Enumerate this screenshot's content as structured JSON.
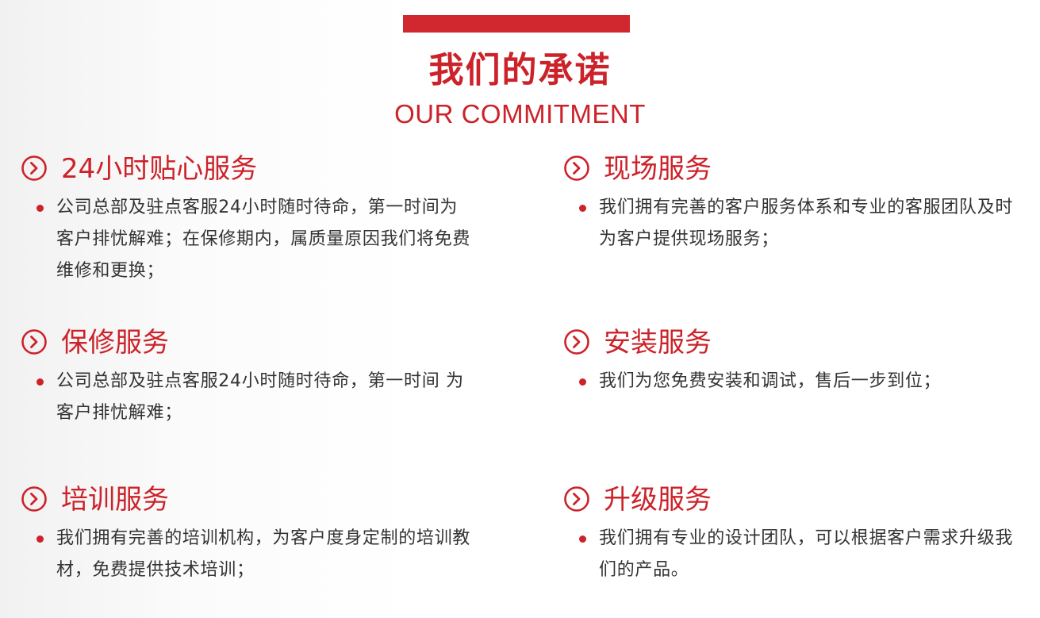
{
  "header": {
    "title": "我们的承诺",
    "subtitle": "OUR COMMITMENT"
  },
  "sections": [
    {
      "title": "24小时贴心服务",
      "text": "公司总部及驻点客服24小时随时待命，第一时间为客户排忧解难；在保修期内，属质量原因我们将免费维修和更换；"
    },
    {
      "title": "现场服务",
      "text": "我们拥有完善的客户服务体系和专业的客服团队及时为客户提供现场服务；"
    },
    {
      "title": "保修服务",
      "text": "公司总部及驻点客服24小时随时待命，第一时间 为客户排忧解难；"
    },
    {
      "title": "安装服务",
      "text": "我们为您免费安装和调试，售后一步到位；"
    },
    {
      "title": "培训服务",
      "text": "我们拥有完善的培训机构，为客户度身定制的培训教材，免费提供技术培训；"
    },
    {
      "title": "升级服务",
      "text": "我们拥有专业的设计团队，可以根据客户需求升级我们的产品。"
    }
  ],
  "colors": {
    "accent": "#cc2229",
    "text": "#333333"
  },
  "icons": {
    "section": "circle-chevron-right-icon",
    "bullet": "bullet-dot-icon"
  }
}
